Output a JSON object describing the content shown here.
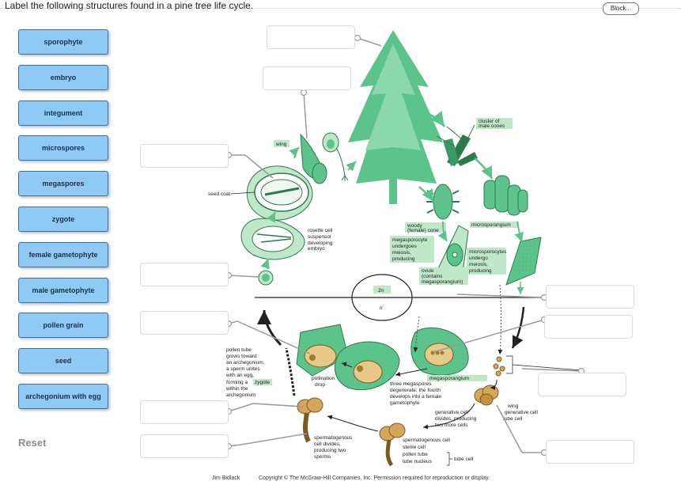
{
  "instruction": "Label the following structures found in a pine tree life cycle.",
  "block_button": "Block...",
  "labels": [
    "sporophyte",
    "embryo",
    "integument",
    "microspores",
    "megaspores",
    "zygote",
    "female gametophyte",
    "male gametophyte",
    "pollen grain",
    "seed",
    "archegonium with egg"
  ],
  "reset": "Reset",
  "diagram": {
    "wing": "wing",
    "seed_coat": "seed coat",
    "cluster_male_cones": [
      "cluster of",
      "male cones"
    ],
    "rosette_cell": "rosette cell",
    "suspensor": "suspensor",
    "developing_embryo": [
      "developing",
      "embryo"
    ],
    "woody_cone": [
      "woody",
      "(female) cone"
    ],
    "microsporangium": "microsporangium",
    "megasporocyte": [
      "megasporocyte",
      "undergoes",
      "meiosis,",
      "producing"
    ],
    "microsporocytes": [
      "microsporocytes",
      "undergo",
      "meiosis,",
      "producing"
    ],
    "ovule": [
      "ovule",
      "(contains",
      "megasporangium)"
    ],
    "ploidy_2n": "2n",
    "ploidy_n": "n",
    "pollen_tube": [
      "pollen tube",
      "grows toward",
      "an archegonium;",
      "a sperm unites",
      "with an egg,",
      "forming a",
      "zygote",
      "within the",
      "archegonium"
    ],
    "pollination_drop": [
      "pollination",
      "drop"
    ],
    "megasporangium": "megasporangium",
    "three_megaspores": [
      "three megaspores",
      "degenerate; the fourth",
      "develops into a female",
      "gametophyte"
    ],
    "wing2": "wing",
    "generative_cell": "generative cell",
    "tube_cell": "tube cell",
    "generative_divides": [
      "generative cell",
      "divides, producing",
      "two more cells"
    ],
    "spermatogenous_divides": [
      "spermatogenous",
      "cell divides,",
      "producing two",
      "sperms"
    ],
    "spermatogenous_cell": "spermatogenous cell",
    "sterile_cell": "sterile cell",
    "pollen_tube2": "pollen tube",
    "tube_nucleus": "tube nucleus",
    "tube_cell_bracket": "tube cell"
  },
  "footer": {
    "author": "Jim Bidlack",
    "copyright": "Copyright © The McGraw-Hill Companies, Inc. Permission required for reproduction or display."
  },
  "colors": {
    "plant_green": "#5cc48a",
    "highlight": "#bfe8c9",
    "button_blue": "#8fcaf4",
    "button_border": "#3d6f9d",
    "tan": "#d4a75a"
  }
}
